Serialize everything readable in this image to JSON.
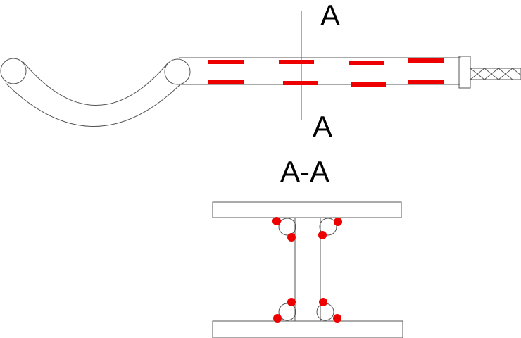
{
  "labels": {
    "section_top": "A",
    "section_bottom": "A",
    "section_title": "A-A"
  },
  "colors": {
    "line": "#555555",
    "rebar": "#ee0000"
  }
}
